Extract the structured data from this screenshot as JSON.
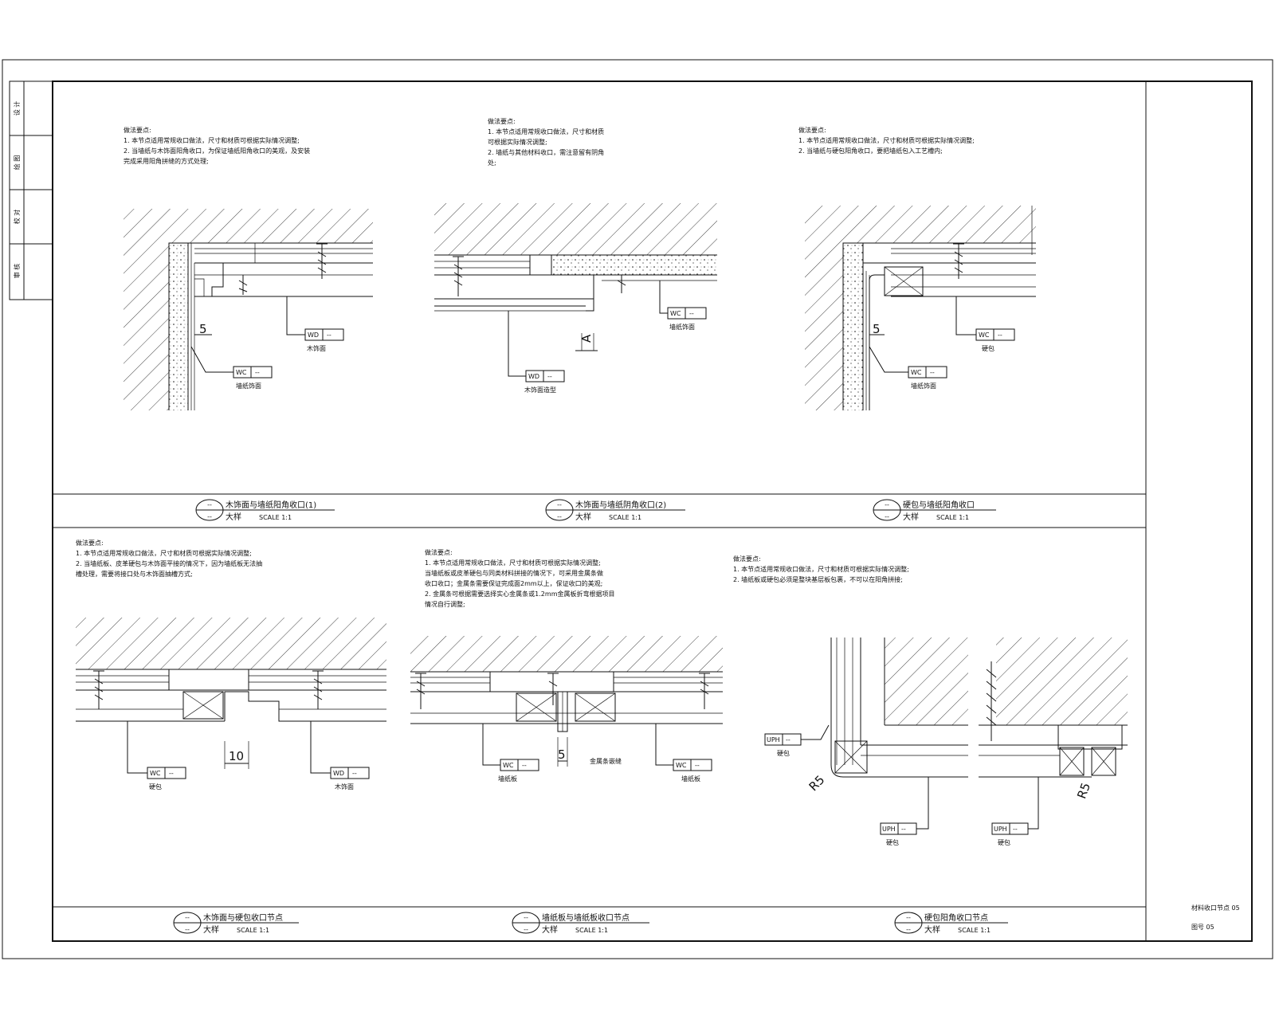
{
  "sidebar": {
    "cells": [
      {
        "label": "设 计"
      },
      {
        "label": "绘 图"
      },
      {
        "label": "校 对"
      },
      {
        "label": "审 核"
      }
    ]
  },
  "title_block": {
    "line1": "材料收口节点 05",
    "line2": "图号 05"
  },
  "details": [
    {
      "title": "木饰面与墙纸阳角收口(1)",
      "scale_prefix": "大样",
      "scale": "SCALE 1:1",
      "num_top": "--",
      "num_bottom": "--",
      "notes_title": "做法要点:",
      "notes": [
        "1. 本节点适用常规收口做法，尺寸和材质可根据实际情况调整;",
        "2. 当墙纸与木饰面阳角收口，为保证墙纸阳角收口的美观，及安装",
        "   完成采用阳角拼缝的方式处理;"
      ],
      "dim": "5",
      "callouts": [
        {
          "code": "WD",
          "num": "--",
          "text": "木饰面"
        },
        {
          "code": "WC",
          "num": "--",
          "text": "墙纸饰面"
        }
      ]
    },
    {
      "title": "木饰面与墙纸阴角收口(2)",
      "scale_prefix": "大样",
      "scale": "SCALE 1:1",
      "num_top": "--",
      "num_bottom": "--",
      "notes_title": "做法要点:",
      "notes": [
        "1. 本节点适用常规收口做法，尺寸和材质",
        "   可根据实际情况调整;",
        "2. 墙纸与其他材料收口，需注意留有阴角",
        "   处;"
      ],
      "dim": "A",
      "callouts": [
        {
          "code": "WD",
          "num": "--",
          "text": "木饰面造型"
        },
        {
          "code": "WC",
          "num": "--",
          "text": "墙纸饰面"
        }
      ]
    },
    {
      "title": "硬包与墙纸阳角收口",
      "scale_prefix": "大样",
      "scale": "SCALE 1:1",
      "num_top": "--",
      "num_bottom": "--",
      "notes_title": "做法要点:",
      "notes": [
        "1. 本节点适用常规收口做法，尺寸和材质可根据实际情况调整;",
        "2. 当墙纸与硬包阳角收口，要把墙纸包入工艺槽内;"
      ],
      "dim": "5",
      "callouts": [
        {
          "code": "WC",
          "num": "--",
          "text": "硬包"
        },
        {
          "code": "WC",
          "num": "--",
          "text": "墙纸饰面"
        }
      ]
    },
    {
      "title": "木饰面与硬包收口节点",
      "scale_prefix": "大样",
      "scale": "SCALE 1:1",
      "num_top": "--",
      "num_bottom": "--",
      "notes_title": "做法要点:",
      "notes": [
        "1. 本节点适用常规收口做法，尺寸和材质可根据实际情况调整;",
        "2. 当墙纸板、皮革硬包与木饰面平接的情况下，因为墙纸板无法抽",
        "   槽处理，需要将接口处与木饰面抽槽方式;"
      ],
      "dim": "10",
      "callouts": [
        {
          "code": "WC",
          "num": "--",
          "text": "硬包"
        },
        {
          "code": "WD",
          "num": "--",
          "text": "木饰面"
        }
      ]
    },
    {
      "title": "墙纸板与墙纸板收口节点",
      "scale_prefix": "大样",
      "scale": "SCALE 1:1",
      "num_top": "--",
      "num_bottom": "--",
      "notes_title": "做法要点:",
      "notes": [
        "1. 本节点适用常规收口做法，尺寸和材质可根据实际情况调整;",
        "当墙纸板或皮革硬包与同类材料拼接的情况下，可采用金属条做",
        "   收口收口；金属条需要保证完成面2mm以上，保证收口的美观;",
        "2. 金属条可根据需要选择实心金属条或1.2mm金属板折弯根据项目",
        "   情况自行调整;"
      ],
      "dim": "5",
      "metal_label": "金属条嵌缝",
      "callouts": [
        {
          "code": "WC",
          "num": "--",
          "text": "墙纸板"
        },
        {
          "code": "WC",
          "num": "--",
          "text": "墙纸板"
        }
      ]
    },
    {
      "title": "硬包阳角收口节点",
      "scale_prefix": "大样",
      "scale": "SCALE 1:1",
      "num_top": "--",
      "num_bottom": "--",
      "notes_title": "做法要点:",
      "notes": [
        "1. 本节点适用常规收口做法，尺寸和材质可根据实际情况调整;",
        "2. 墙纸板或硬包必须是整块基层板包裹，不可以在阳角拼接;"
      ],
      "radius_left": "R5",
      "radius_right": "R5",
      "callouts": [
        {
          "code": "UPH",
          "num": "--",
          "text": "硬包"
        },
        {
          "code": "UPH",
          "num": "--",
          "text": "硬包"
        },
        {
          "code": "UPH",
          "num": "--",
          "text": "硬包"
        }
      ]
    }
  ]
}
